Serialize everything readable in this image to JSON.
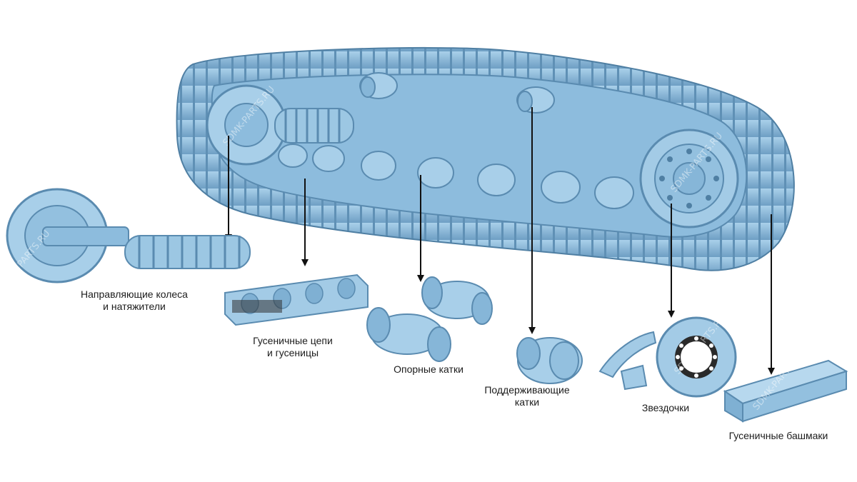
{
  "labels": {
    "idlers": [
      "Направляющие колеса",
      "и натяжители"
    ],
    "chains": [
      "Гусеничные цепи",
      "и гусеницы"
    ],
    "track_rollers": [
      "Опорные катки"
    ],
    "carrier_rollers": [
      "Поддерживающие",
      "катки"
    ],
    "sprockets": [
      "Звездочки"
    ],
    "shoes": [
      "Гусеничные башмаки"
    ]
  },
  "watermarks": [
    "SDMK-PARTS.RU",
    "SDMK-PARTS.RU",
    "PARTS.RU",
    "SDMK-PARTS.RU",
    "SDMK-PARTS.RU"
  ],
  "colors": {
    "part": "#9cc7e3",
    "part_dark": "#6a9ec2",
    "part_shadow": "#4f7fa3",
    "arrow": "#111111",
    "bolt_ring": "#2a2a2a"
  },
  "icons": [
    "idler-wheel-icon",
    "track-chain-icon",
    "track-roller-icon",
    "carrier-roller-icon",
    "sprocket-icon",
    "track-shoe-icon"
  ]
}
